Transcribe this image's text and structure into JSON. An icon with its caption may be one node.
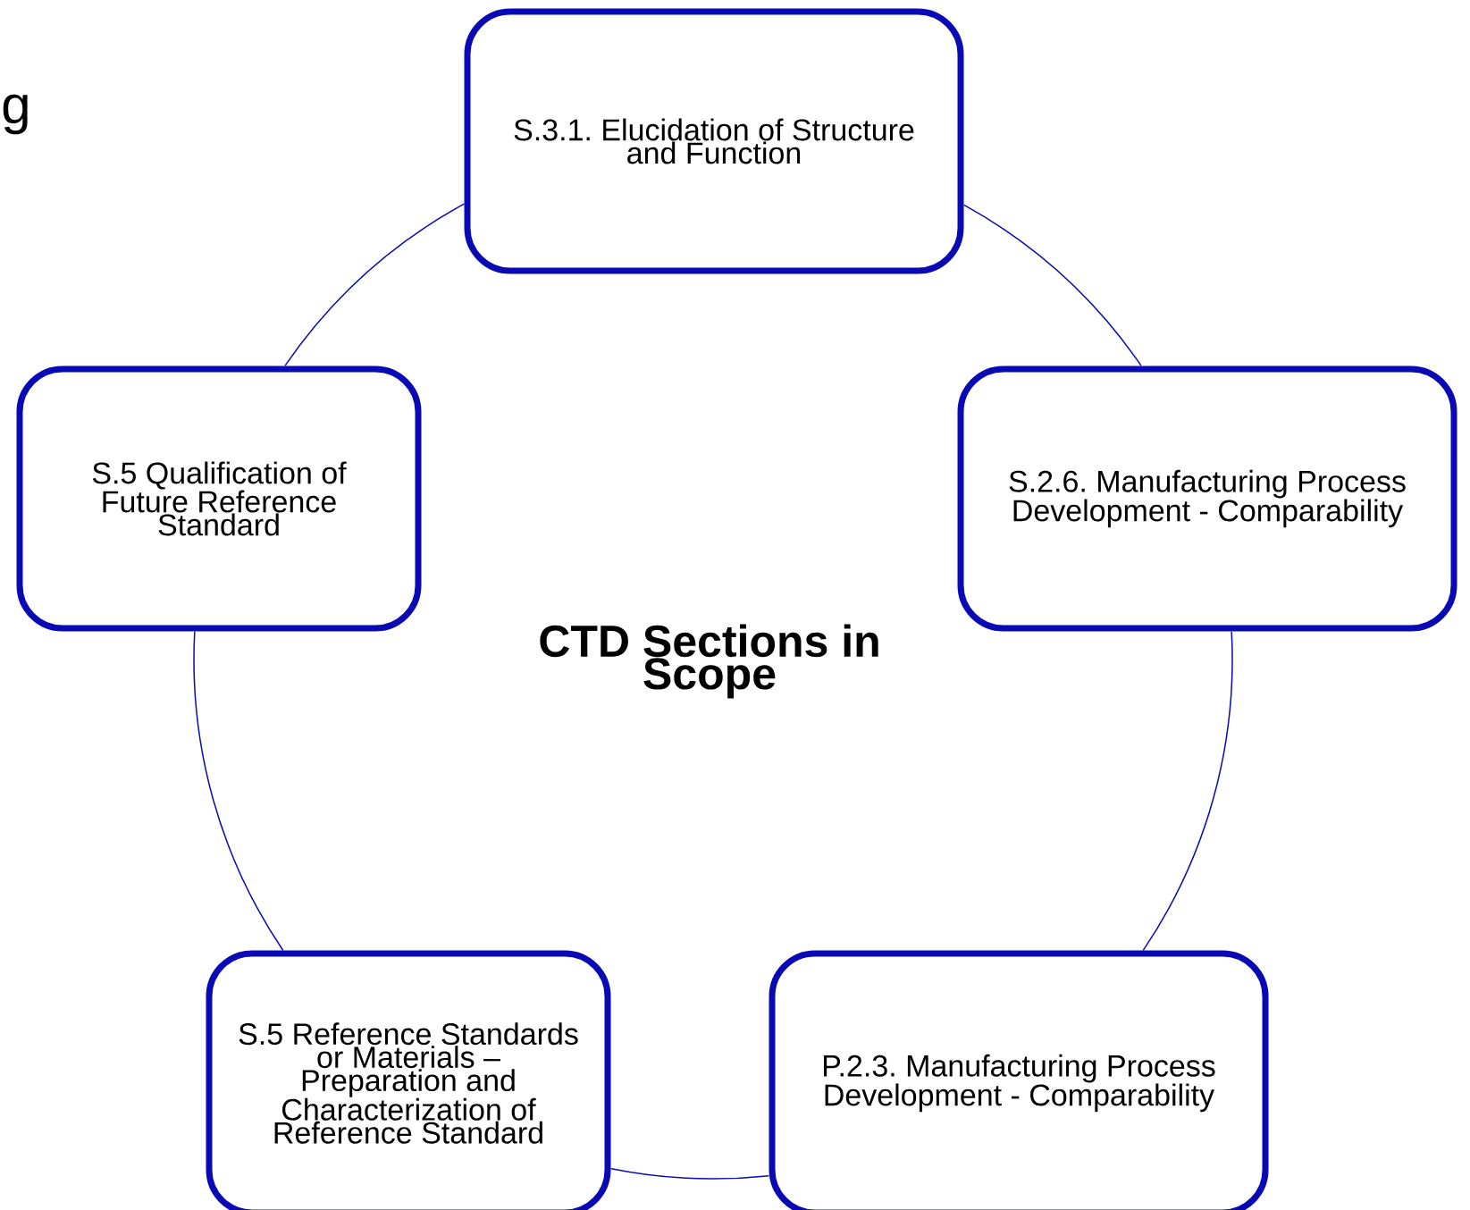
{
  "diagram": {
    "nodes": [
      {
        "text": [
          "S.3.1. Elucidation of Structure and Function"
        ]
      },
      {
        "text": [
          "S.2.6. Manufacturing Process Development - Comparability"
        ]
      },
      {
        "text": [
          "P.2.3. Manufacturing Process Development - Comparability"
        ]
      },
      {
        "text": [
          "S.5 Reference Standards or Materials – Preparation and Characterization of Reference Standard"
        ]
      },
      {
        "text": [
          "S.5 Qualification of Future Reference Standard"
        ]
      }
    ],
    "edges": [
      {
        "from": 0,
        "to": 1,
        "arrow": "none"
      },
      {
        "from": 1,
        "to": 2,
        "arrow": "none"
      },
      {
        "from": 2,
        "to": 3,
        "arrow": "none"
      },
      {
        "from": 3,
        "to": 4,
        "arrow": "none"
      },
      {
        "from": 4,
        "to": 0,
        "arrow": "none"
      }
    ],
    "labels": [
      "g",
      "CTD Sections in Scope"
    ]
  }
}
